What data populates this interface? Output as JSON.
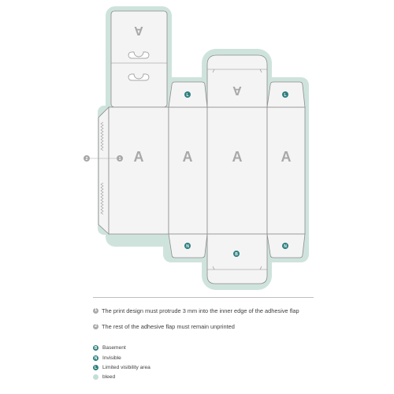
{
  "dieline": {
    "panel_letter": "A",
    "flap_codes": {
      "top_left": "L",
      "top_right": "L",
      "bottom_left": "N",
      "bottom_center": "B",
      "bottom_right": "N"
    },
    "callouts": [
      "2",
      "1"
    ]
  },
  "notes": [
    {
      "marker": "1",
      "text": "The print design must protrude 3 mm into the inner edge of the adhesive flap"
    },
    {
      "marker": "2",
      "text": "The rest of the adhesive flap must remain unprinted"
    }
  ],
  "legend": [
    {
      "marker": "B",
      "label": "Basement",
      "color": "#2e7f80"
    },
    {
      "marker": "N",
      "label": "Invisible",
      "color": "#2e7f80"
    },
    {
      "marker": "L",
      "label": "Limited visibility area",
      "color": "#2e7f80"
    },
    {
      "marker": "",
      "label": "bleed",
      "color": "#c5ddd7"
    }
  ],
  "colors": {
    "bleed": "#cfe3dd",
    "panel": "#f4f4f4",
    "cut_line": "#8c8c8c",
    "letter": "#a8a8a8",
    "code_marker": "#2e7f80",
    "callout_marker": "#a8a8a8"
  }
}
